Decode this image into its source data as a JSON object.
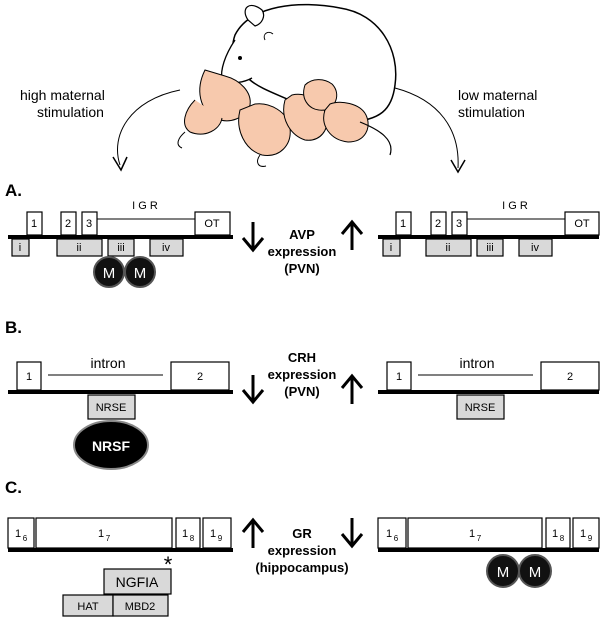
{
  "header": {
    "left_label_line1": "high maternal",
    "left_label_line2": "stimulation",
    "right_label_line1": "low maternal",
    "right_label_line2": "stimulation"
  },
  "sections": {
    "A": {
      "label": "A.",
      "exons": [
        "1",
        "2",
        "3",
        "OT"
      ],
      "igr": "I G R",
      "regions": [
        "i",
        "ii",
        "iii",
        "iv"
      ],
      "methyl": "M",
      "expr_line1": "AVP",
      "expr_line2": "expression",
      "expr_line3": "(PVN)"
    },
    "B": {
      "label": "B.",
      "exon1": "1",
      "exon2": "2",
      "intron": "intron",
      "nrse": "NRSE",
      "nrsf": "NRSF",
      "expr_line1": "CRH",
      "expr_line2": "expression",
      "expr_line3": "(PVN)"
    },
    "C": {
      "label": "C.",
      "exon_base": "1",
      "exon_subs": [
        "6",
        "7",
        "8",
        "9"
      ],
      "ngfia": "NGFIA",
      "hat": "HAT",
      "mbd2": "MBD2",
      "asterisk": "*",
      "methyl": "M",
      "expr_line1": "GR",
      "expr_line2": "expression",
      "expr_line3": "(hippocampus)"
    }
  }
}
